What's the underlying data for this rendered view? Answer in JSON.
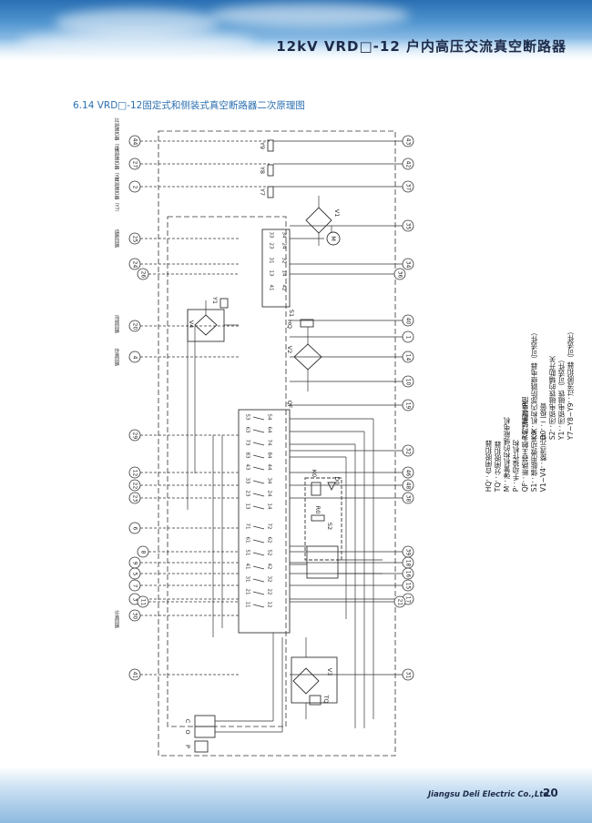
{
  "header": {
    "title": "12kV VRD□-12 户内高压交流真空断路器"
  },
  "section": {
    "title": "6.14 VRD□-12固定式和侧装式真空断路器二次原理图"
  },
  "legend": {
    "col1": [
      "HQ：合闸脱扣器",
      "TQ：分闸脱扣器",
      "M：弹簧机构的储能电机",
      "P：手动操作机构",
      "QF：断路器主触头的辅助开关",
      "S1：储能用微动开关",
      "V1~V4：整流元件"
    ],
    "col2": [
      "R0：串联电阻",
      "K0：机构内部防跳继电器（可选件）",
      "D0：二极管",
      "S2：闭锁电磁铁的辅助开关",
      "Y1：闭锁电磁铁（可选件）",
      "Y7~Y8~Y9：过流脱扣器（可选件）"
    ]
  },
  "diagram": {
    "left_terminals": [
      "44",
      "27",
      "2",
      "25",
      "24",
      "26",
      "20",
      "4",
      "29",
      "12",
      "22",
      "23",
      "6",
      "8",
      "9",
      "5",
      "7",
      "3",
      "11",
      "30",
      "41"
    ],
    "right_terminals": [
      "43",
      "42",
      "37",
      "35",
      "34",
      "36",
      "40",
      "1",
      "14",
      "10",
      "19",
      "32",
      "46",
      "48",
      "38",
      "39",
      "18",
      "16",
      "15",
      "17",
      "21",
      "31"
    ],
    "left_labels": [
      "过流脱扣器（Y9）",
      "过流脱扣器（Y8）",
      "过流脱扣器（Y7）",
      "储能回路",
      "闭锁回路",
      "合闸回路",
      "分闸回路"
    ],
    "qf_contacts": [
      "53",
      "63",
      "73",
      "83",
      "43",
      "33",
      "23",
      "13",
      "71",
      "61",
      "51",
      "41",
      "31",
      "21",
      "11"
    ],
    "qf_contacts_right": [
      "54",
      "64",
      "74",
      "84",
      "44",
      "34",
      "24",
      "14",
      "72",
      "62",
      "52",
      "42",
      "32",
      "22",
      "12"
    ],
    "s1_contacts": [
      "33",
      "23",
      "31",
      "13",
      "41"
    ],
    "s1_contacts_right": [
      "34",
      "24",
      "32",
      "14",
      "42"
    ],
    "component_labels": [
      "Y9",
      "Y8",
      "Y7",
      "V1",
      "M",
      "S1",
      "HQ",
      "V2",
      "V4",
      "Y1",
      "QF",
      "K0",
      "D0",
      "R0",
      "S2",
      "V3",
      "TQ",
      "P",
      "C",
      "O"
    ]
  },
  "footer": {
    "company": "Jiangsu Deli Electric Co.,Ltd.",
    "page": "20"
  }
}
